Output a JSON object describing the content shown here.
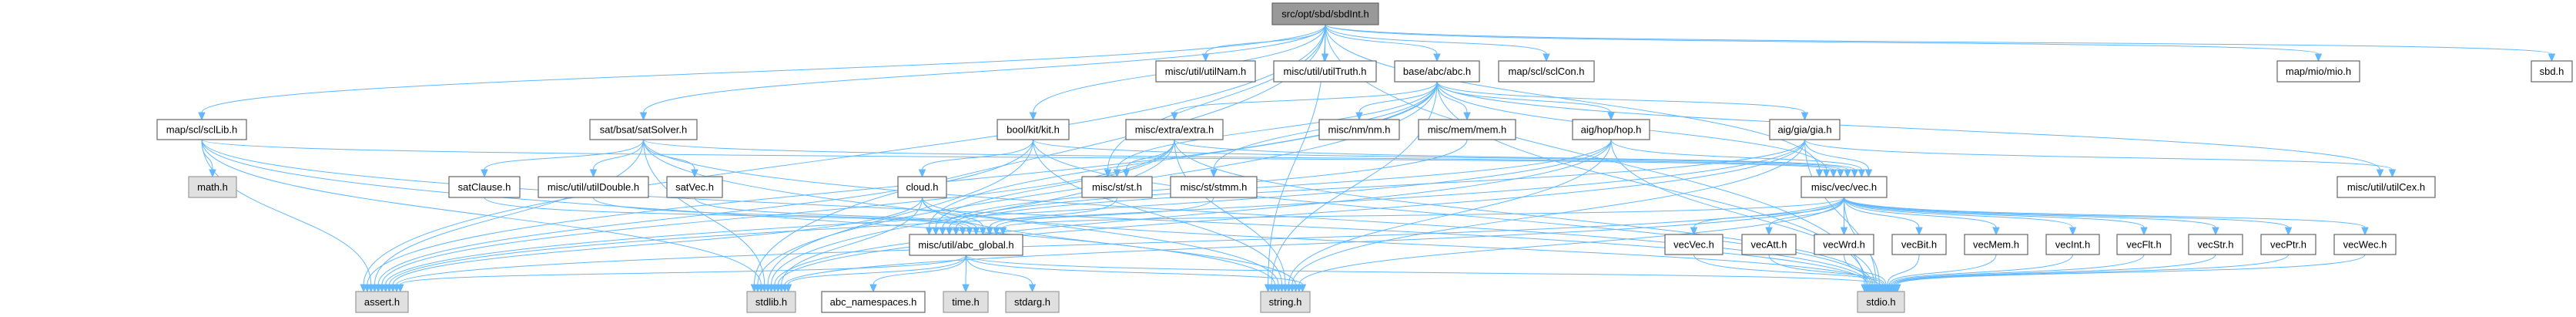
{
  "graph": {
    "title": "src/opt/sbd/sbdInt.h",
    "colors": {
      "edge": "#63b8ff",
      "root_fill": "#999999",
      "local_fill": "#ffffff",
      "system_fill": "#e0e0e0"
    },
    "nodes": [
      {
        "id": "root",
        "label": "src/opt/sbd/sbdInt.h",
        "kind": "root"
      },
      {
        "id": "utilNam",
        "label": "misc/util/utilNam.h",
        "kind": "local"
      },
      {
        "id": "utilTruth",
        "label": "misc/util/utilTruth.h",
        "kind": "local"
      },
      {
        "id": "abc",
        "label": "base/abc/abc.h",
        "kind": "local"
      },
      {
        "id": "sclCon",
        "label": "map/scl/sclCon.h",
        "kind": "local"
      },
      {
        "id": "mio",
        "label": "map/mio/mio.h",
        "kind": "local"
      },
      {
        "id": "sbd",
        "label": "sbd.h",
        "kind": "local"
      },
      {
        "id": "sclLib",
        "label": "map/scl/sclLib.h",
        "kind": "local"
      },
      {
        "id": "satSolver",
        "label": "sat/bsat/satSolver.h",
        "kind": "local"
      },
      {
        "id": "kit",
        "label": "bool/kit/kit.h",
        "kind": "local"
      },
      {
        "id": "extra",
        "label": "misc/extra/extra.h",
        "kind": "local"
      },
      {
        "id": "nm",
        "label": "misc/nm/nm.h",
        "kind": "local"
      },
      {
        "id": "mem",
        "label": "misc/mem/mem.h",
        "kind": "local"
      },
      {
        "id": "hop",
        "label": "aig/hop/hop.h",
        "kind": "local"
      },
      {
        "id": "gia",
        "label": "aig/gia/gia.h",
        "kind": "local"
      },
      {
        "id": "math",
        "label": "math.h",
        "kind": "system"
      },
      {
        "id": "satClause",
        "label": "satClause.h",
        "kind": "local"
      },
      {
        "id": "utilDouble",
        "label": "misc/util/utilDouble.h",
        "kind": "local"
      },
      {
        "id": "satVec",
        "label": "satVec.h",
        "kind": "local"
      },
      {
        "id": "cloud",
        "label": "cloud.h",
        "kind": "local"
      },
      {
        "id": "st",
        "label": "misc/st/st.h",
        "kind": "local"
      },
      {
        "id": "stmm",
        "label": "misc/st/stmm.h",
        "kind": "local"
      },
      {
        "id": "vec",
        "label": "misc/vec/vec.h",
        "kind": "local"
      },
      {
        "id": "utilCex",
        "label": "misc/util/utilCex.h",
        "kind": "local"
      },
      {
        "id": "abc_global",
        "label": "misc/util/abc_global.h",
        "kind": "local"
      },
      {
        "id": "vecVec",
        "label": "vecVec.h",
        "kind": "local"
      },
      {
        "id": "vecAtt",
        "label": "vecAtt.h",
        "kind": "local"
      },
      {
        "id": "vecWrd",
        "label": "vecWrd.h",
        "kind": "local"
      },
      {
        "id": "vecBit",
        "label": "vecBit.h",
        "kind": "local"
      },
      {
        "id": "vecMem",
        "label": "vecMem.h",
        "kind": "local"
      },
      {
        "id": "vecInt",
        "label": "vecInt.h",
        "kind": "local"
      },
      {
        "id": "vecFlt",
        "label": "vecFlt.h",
        "kind": "local"
      },
      {
        "id": "vecStr",
        "label": "vecStr.h",
        "kind": "local"
      },
      {
        "id": "vecPtr",
        "label": "vecPtr.h",
        "kind": "local"
      },
      {
        "id": "vecWec",
        "label": "vecWec.h",
        "kind": "local"
      },
      {
        "id": "assert",
        "label": "assert.h",
        "kind": "system"
      },
      {
        "id": "stdlib",
        "label": "stdlib.h",
        "kind": "system"
      },
      {
        "id": "abc_namespaces",
        "label": "abc_namespaces.h",
        "kind": "local"
      },
      {
        "id": "time",
        "label": "time.h",
        "kind": "system"
      },
      {
        "id": "stdarg",
        "label": "stdarg.h",
        "kind": "system"
      },
      {
        "id": "string",
        "label": "string.h",
        "kind": "system"
      },
      {
        "id": "stdio",
        "label": "stdio.h",
        "kind": "system"
      }
    ],
    "edges": [
      [
        "root",
        "utilNam"
      ],
      [
        "root",
        "utilTruth"
      ],
      [
        "root",
        "abc"
      ],
      [
        "root",
        "sclCon"
      ],
      [
        "root",
        "mio"
      ],
      [
        "root",
        "sbd"
      ],
      [
        "root",
        "sclLib"
      ],
      [
        "root",
        "satSolver"
      ],
      [
        "root",
        "kit"
      ],
      [
        "root",
        "st"
      ],
      [
        "root",
        "vec"
      ],
      [
        "root",
        "assert"
      ],
      [
        "root",
        "stdlib"
      ],
      [
        "root",
        "string"
      ],
      [
        "root",
        "stdio"
      ],
      [
        "abc",
        "extra"
      ],
      [
        "abc",
        "nm"
      ],
      [
        "abc",
        "mem"
      ],
      [
        "abc",
        "hop"
      ],
      [
        "abc",
        "gia"
      ],
      [
        "abc",
        "st"
      ],
      [
        "abc",
        "stmm"
      ],
      [
        "abc",
        "vec"
      ],
      [
        "abc",
        "utilCex"
      ],
      [
        "abc",
        "abc_global"
      ],
      [
        "abc",
        "assert"
      ],
      [
        "abc",
        "stdlib"
      ],
      [
        "abc",
        "string"
      ],
      [
        "abc",
        "stdio"
      ],
      [
        "sclLib",
        "math"
      ],
      [
        "sclLib",
        "vec"
      ],
      [
        "sclLib",
        "assert"
      ],
      [
        "sclLib",
        "stdlib"
      ],
      [
        "sclLib",
        "string"
      ],
      [
        "sclLib",
        "stdio"
      ],
      [
        "satSolver",
        "satClause"
      ],
      [
        "satSolver",
        "utilDouble"
      ],
      [
        "satSolver",
        "satVec"
      ],
      [
        "satSolver",
        "vec"
      ],
      [
        "satSolver",
        "assert"
      ],
      [
        "satSolver",
        "stdlib"
      ],
      [
        "satSolver",
        "string"
      ],
      [
        "satSolver",
        "stdio"
      ],
      [
        "kit",
        "cloud"
      ],
      [
        "kit",
        "vec"
      ],
      [
        "kit",
        "assert"
      ],
      [
        "kit",
        "stdlib"
      ],
      [
        "kit",
        "string"
      ],
      [
        "kit",
        "stdio"
      ],
      [
        "extra",
        "st"
      ],
      [
        "extra",
        "vec"
      ],
      [
        "extra",
        "abc_global"
      ],
      [
        "extra",
        "assert"
      ],
      [
        "extra",
        "stdlib"
      ],
      [
        "extra",
        "string"
      ],
      [
        "extra",
        "stdio"
      ],
      [
        "mem",
        "abc_global"
      ],
      [
        "hop",
        "vec"
      ],
      [
        "hop",
        "abc_global"
      ],
      [
        "hop",
        "assert"
      ],
      [
        "hop",
        "stdlib"
      ],
      [
        "hop",
        "string"
      ],
      [
        "hop",
        "stdio"
      ],
      [
        "gia",
        "vec"
      ],
      [
        "gia",
        "utilCex"
      ],
      [
        "gia",
        "abc_global"
      ],
      [
        "gia",
        "assert"
      ],
      [
        "gia",
        "stdlib"
      ],
      [
        "gia",
        "string"
      ],
      [
        "gia",
        "stdio"
      ],
      [
        "satClause",
        "abc_global"
      ],
      [
        "utilDouble",
        "abc_global"
      ],
      [
        "satVec",
        "abc_global"
      ],
      [
        "cloud",
        "abc_global"
      ],
      [
        "cloud",
        "assert"
      ],
      [
        "cloud",
        "stdlib"
      ],
      [
        "cloud",
        "string"
      ],
      [
        "cloud",
        "stdio"
      ],
      [
        "st",
        "abc_global"
      ],
      [
        "stmm",
        "abc_global"
      ],
      [
        "vec",
        "vecVec"
      ],
      [
        "vec",
        "vecAtt"
      ],
      [
        "vec",
        "vecWrd"
      ],
      [
        "vec",
        "vecBit"
      ],
      [
        "vec",
        "vecMem"
      ],
      [
        "vec",
        "vecInt"
      ],
      [
        "vec",
        "vecFlt"
      ],
      [
        "vec",
        "vecStr"
      ],
      [
        "vec",
        "vecPtr"
      ],
      [
        "vec",
        "vecWec"
      ],
      [
        "vec",
        "abc_global"
      ],
      [
        "vec",
        "assert"
      ],
      [
        "vec",
        "stdlib"
      ],
      [
        "vec",
        "string"
      ],
      [
        "vec",
        "stdio"
      ],
      [
        "abc_global",
        "assert"
      ],
      [
        "abc_global",
        "stdlib"
      ],
      [
        "abc_global",
        "abc_namespaces"
      ],
      [
        "abc_global",
        "time"
      ],
      [
        "abc_global",
        "stdarg"
      ],
      [
        "abc_global",
        "string"
      ],
      [
        "abc_global",
        "stdio"
      ],
      [
        "vecVec",
        "stdio"
      ],
      [
        "vecAtt",
        "stdio"
      ],
      [
        "vecWrd",
        "stdio"
      ],
      [
        "vecBit",
        "stdio"
      ],
      [
        "vecMem",
        "stdio"
      ],
      [
        "vecInt",
        "stdio"
      ],
      [
        "vecFlt",
        "stdio"
      ],
      [
        "vecStr",
        "stdio"
      ],
      [
        "vecPtr",
        "stdio"
      ],
      [
        "vecWec",
        "stdio"
      ]
    ]
  }
}
